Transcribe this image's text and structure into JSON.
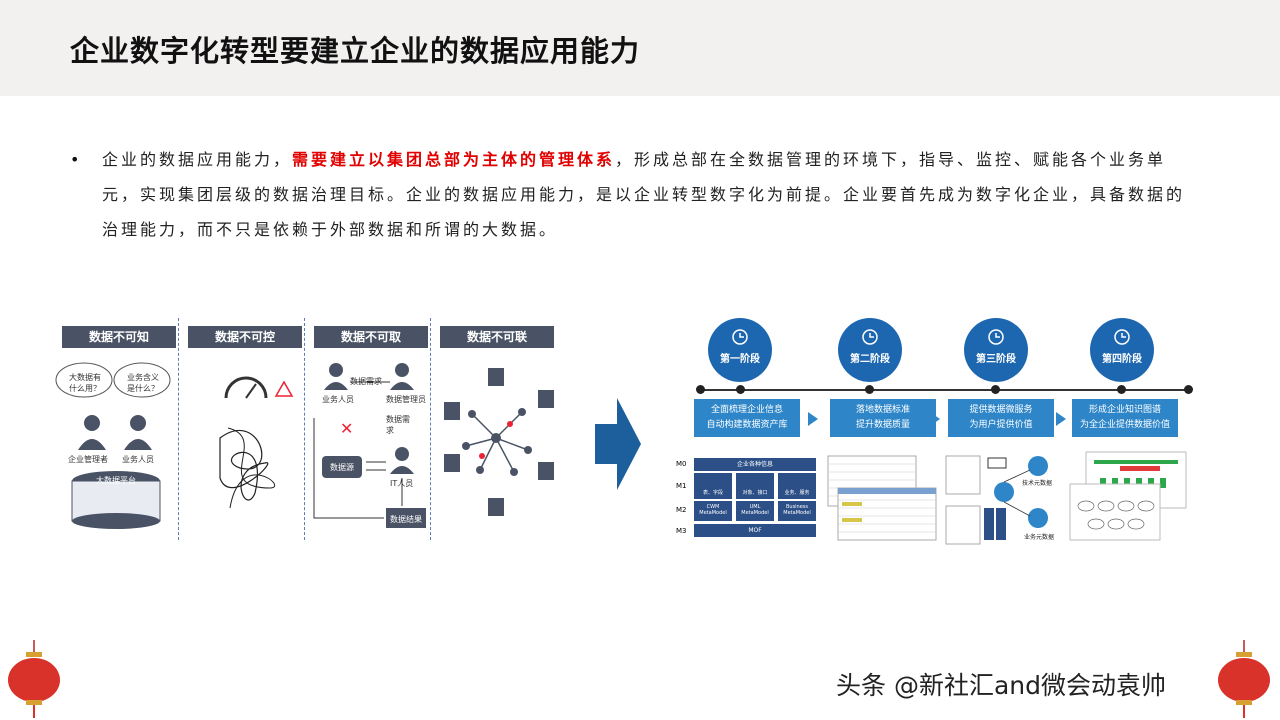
{
  "title": "企业数字化转型要建立企业的数据应用能力",
  "bullet": {
    "pre": "企业的数据应用能力，",
    "highlight": "需要建立以集团总部为主体的管理体系",
    "post": "，形成总部在全数据管理的环境下，指导、监控、赋能各个业务单元，实现集团层级的数据治理目标。企业的数据应用能力，是以企业转型数字化为前提。企业要首先成为数字化企业，具备数据的治理能力，而不只是依赖于外部数据和所谓的大数据。"
  },
  "left_panel": {
    "columns": [
      "数据不可知",
      "数据不可控",
      "数据不可取",
      "数据不可联"
    ],
    "bubble1": "大数据有什么用？",
    "bubble2": "业务含义是什么？",
    "person1": "企业管理者",
    "person2": "业务人员",
    "platform": "大数据平台",
    "req1": "数据需求",
    "biz_person": "业务人员",
    "data_admin": "数据管理员",
    "req2": "数据需求",
    "datasource": "数据源",
    "it_person": "IT人员",
    "result": "数据结果"
  },
  "right_panel": {
    "stages": [
      {
        "label": "第一阶段",
        "line1": "全面梳理企业信息",
        "line2": "自动构建数据资产库"
      },
      {
        "label": "第二阶段",
        "line1": "落地数据标准",
        "line2": "提升数据质量"
      },
      {
        "label": "第三阶段",
        "line1": "提供数据微服务",
        "line2": "为用户提供价值"
      },
      {
        "label": "第四阶段",
        "line1": "形成企业知识图谱",
        "line2": "为全企业提供数据价值"
      }
    ],
    "meta": {
      "m0": "M0",
      "m1": "M1",
      "m2": "M2",
      "m3": "M3",
      "top": "企业各种信息",
      "cells": [
        "表、字段",
        "对象、接口",
        "业务、服务"
      ],
      "models": [
        "CWM MetaModel",
        "UML MetaModel",
        "Business MetaModel"
      ],
      "bottom": "MOF"
    },
    "stage3_labels": [
      "技术元数据",
      "业务元数据"
    ]
  },
  "watermark": "头条 @新社汇and微会动袁帅",
  "colors": {
    "accent_red": "#e10000",
    "stage_blue": "#1d67b0",
    "box_blue": "#2e86c9",
    "header_gray": "#4a5365"
  }
}
